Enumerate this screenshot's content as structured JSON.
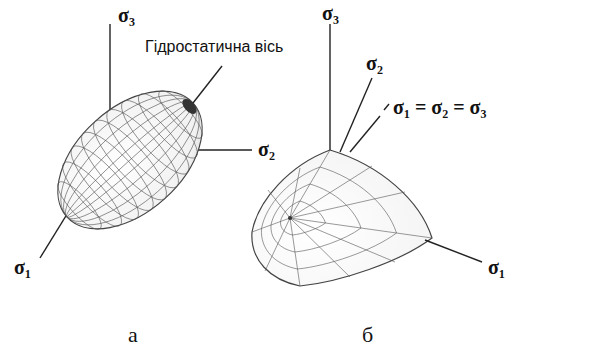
{
  "diagram": {
    "labels": [
      "σ₃",
      "Гідростатична вісь",
      "σ₂",
      "σ₁",
      "а",
      "σ₃",
      "σ₂",
      "σ₁ = σ₂ = σ₃",
      "σ₁",
      "б"
    ]
  }
}
